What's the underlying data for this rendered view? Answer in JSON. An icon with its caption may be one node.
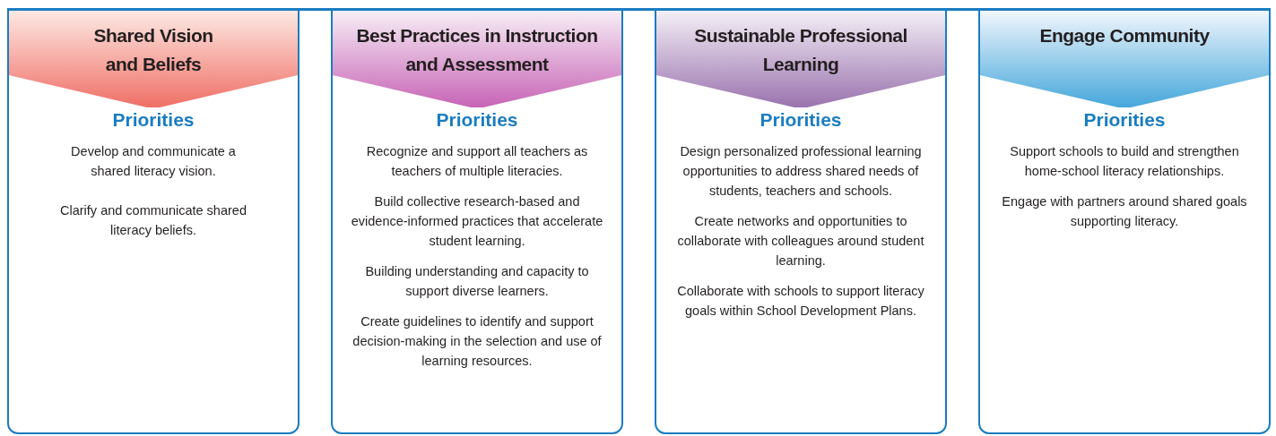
{
  "diagram": {
    "nodes": [
      {
        "text": [
          "Priorities",
          "Develop and communicate a shared literacy vision.",
          "Clarify and communicate shared literacy beliefs."
        ]
      },
      {
        "text": [
          "Shared Vision and Beliefs"
        ],
        "in": 0
      },
      {
        "text": [
          "Priorities",
          "Recognize and support all teachers as teachers of multiple literacies.",
          "Build collective research-based and evidence-informed practices that accelerate student learning.",
          "Building understanding and capacity to support diverse learners.",
          "Create guidelines to identify and support decision-making in the selection and use of learning resources."
        ]
      },
      {
        "text": [
          "Best Practices in Instruction and Assessment"
        ],
        "in": 2
      },
      {
        "text": [
          "Priorities",
          "Design personalized professional learning opportunities to address shared needs of students, teachers and schools.",
          "Create networks and opportunities to collaborate with colleagues around student learning.",
          "Collaborate with schools to support literacy goals within School Development Plans."
        ]
      },
      {
        "text": [
          "Sustainable Professional Learning"
        ],
        "in": 4
      },
      {
        "text": [
          "Priorities",
          "Support schools to build and strengthen home-school literacy relationships.",
          "Engage with partners around shared goals supporting literacy."
        ]
      },
      {
        "text": [
          "Engage Community"
        ],
        "in": 6
      }
    ]
  }
}
